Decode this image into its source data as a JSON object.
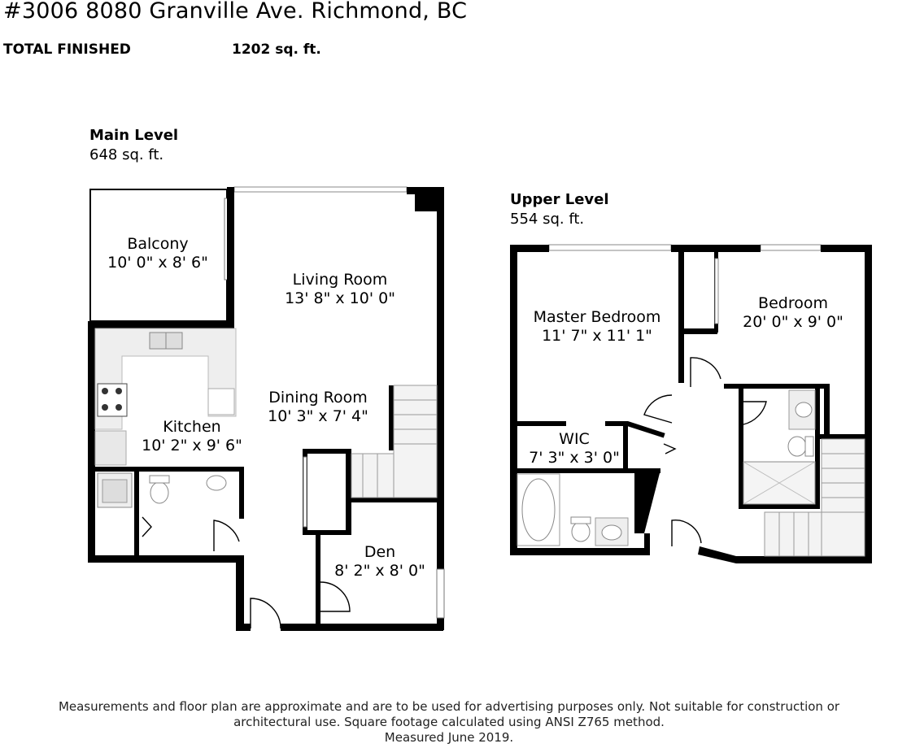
{
  "header": {
    "address": "#3006 8080 Granville Ave. Richmond, BC",
    "total_label": "TOTAL FINISHED",
    "total_value": "1202 sq. ft."
  },
  "main_level": {
    "name": "Main Level",
    "area": "648 sq. ft.",
    "rooms": [
      {
        "name": "Balcony",
        "size": "10' 0\" x 8' 6\""
      },
      {
        "name": "Living Room",
        "size": "13' 8\" x 10' 0\""
      },
      {
        "name": "Dining Room",
        "size": "10' 3\" x 7' 4\""
      },
      {
        "name": "Kitchen",
        "size": "10' 2\" x 9' 6\""
      },
      {
        "name": "Den",
        "size": "8' 2\" x 8' 0\""
      }
    ]
  },
  "upper_level": {
    "name": "Upper Level",
    "area": "554 sq. ft.",
    "rooms": [
      {
        "name": "Master Bedroom",
        "size": "11' 7\" x 11' 1\""
      },
      {
        "name": "Bedroom",
        "size": "20' 0\" x 9' 0\""
      },
      {
        "name": "WIC",
        "size": "7' 3\" x 3' 0\""
      }
    ]
  },
  "disclaimer": {
    "line1": "Measurements and floor plan are approximate and are to be used for advertising purposes only. Not suitable for construction or",
    "line2": "architectural use. Square footage calculated using ANSI Z765 method.",
    "line3": "Measured June 2019."
  }
}
